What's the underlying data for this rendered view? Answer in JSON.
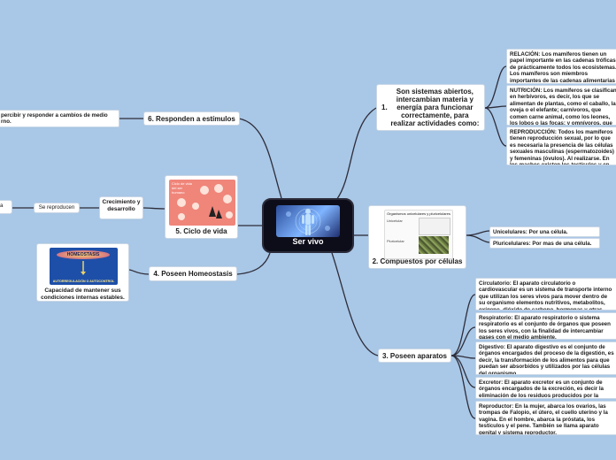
{
  "central": {
    "title": "Ser vivo"
  },
  "branches": {
    "b1": {
      "title": "1.",
      "text": "Son sistemas abiertos, intercambian materia y energía para funcionar correctamente, para realizar actividades como:",
      "leaves": [
        "RELACIÓN: Los mamíferos tienen un papel importante en las cadenas tróficas de prácticamente todos los ecosistemas. Los mamíferos son miembros importantes de las cadenas alimentarias y tróficas, como presas y depredadores.",
        "NUTRICIÓN: Los mamíferos se clasifican en herbívoros, es decir, los que se alimentan de plantas, como el caballo, la oveja o el elefante; carnívoros, que comen carne animal, como los leones, los lobos o las focas; y omnívoros, que se nutren tanto de carne animal como de vegetales, como el ser humano.",
        "REPRODUCCIÓN: Todos los mamíferos tienen reproducción sexual, por lo que es necesaria la presencia de las células sexuales masculinas (espermatozoides) y femeninas (óvulos). Al realizarse. En los machos existen los testículos y en las hembras los ovarios."
      ]
    },
    "b2": {
      "title": "2. Compuestos por células",
      "image_title": "Organismos unicelulares y pluricelulares",
      "image_label_1": "Unicelular",
      "image_label_2": "Pluricelular",
      "leaves": [
        "Unicelulares: Por una célula.",
        "Pluricelulares: Por mas de una célula."
      ]
    },
    "b3": {
      "title": "3. Poseen aparatos",
      "leaves": [
        "Circulatorio: El aparato circulatorio o cardiovascular es un sistema de transporte interno que utilizan los seres vivos para mover dentro de su organismo elementos nutritivos, metabolitos, oxígeno, dióxido de carbono, hormonas y otras sustancias.",
        "Respiratorio: El aparato respiratorio o sistema respiratorio es el conjunto de órganos que poseen los seres vivos, con la finalidad de intercambiar gases con el medio ambiente.",
        "Digestivo: El aparato digestivo es el conjunto de órganos encargados del proceso de la digestión, es decir, la transformación de los alimentos para que puedan ser absorbidos y utilizados por las células del organismo.",
        "Excretor: El aparato excretor es un conjunto de órganos encargados de la excreción, es decir la eliminación de los residuos producidos por la actividad celular.",
        "Reproductor: En la mujer, abarca los ovarios, las trompas de Falopio, el útero, el cuello uterino y la vagina. En el hombre, abarca la próstata, los testículos y el pene. También se llama aparato genital y sistema reproductor."
      ]
    },
    "b4": {
      "title": "4. Poseen Homeostasis",
      "image_title": "HOMEOSTASIS",
      "image_caption": "AUTORREGULACIÓN O AUTOCONTROL",
      "caption": "Capacidad de mantener sus condiciones internas estables."
    },
    "b5": {
      "title": "5. Ciclo de vida",
      "image_text": "Ciclo de vida del ser humano",
      "sub1": "Crecimiento y desarrollo",
      "sub2": "Se reproducen",
      "sub3": "a"
    },
    "b6": {
      "title": "6. Responden a estímulos",
      "leaf": "percibir y responder a cambios de medio rno."
    }
  },
  "colors": {
    "background": "#a9c7e6",
    "link": "#2d2d3a",
    "central_bg": "#0d0d1a",
    "cycle_image_bg": "#f0857a",
    "homeostasis_bg": "#1e4fa8"
  }
}
